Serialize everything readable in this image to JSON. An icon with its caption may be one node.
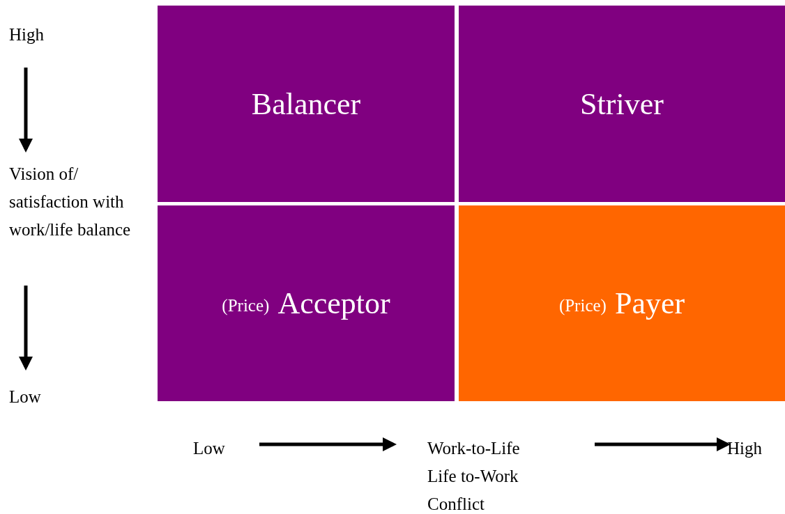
{
  "diagram": {
    "nodes": [
      {
        "text": [
          "Balancer"
        ]
      },
      {
        "text": [
          "Striver"
        ]
      },
      {
        "text": [
          "(Price)",
          "Acceptor"
        ]
      },
      {
        "text": [
          "(Price)",
          "Payer"
        ]
      }
    ],
    "labels": [
      "High",
      "Vision of/ satisfaction with work/life balance",
      "Low",
      "Low",
      "Work-to-Life Life to-Work Conflict",
      "High"
    ]
  }
}
